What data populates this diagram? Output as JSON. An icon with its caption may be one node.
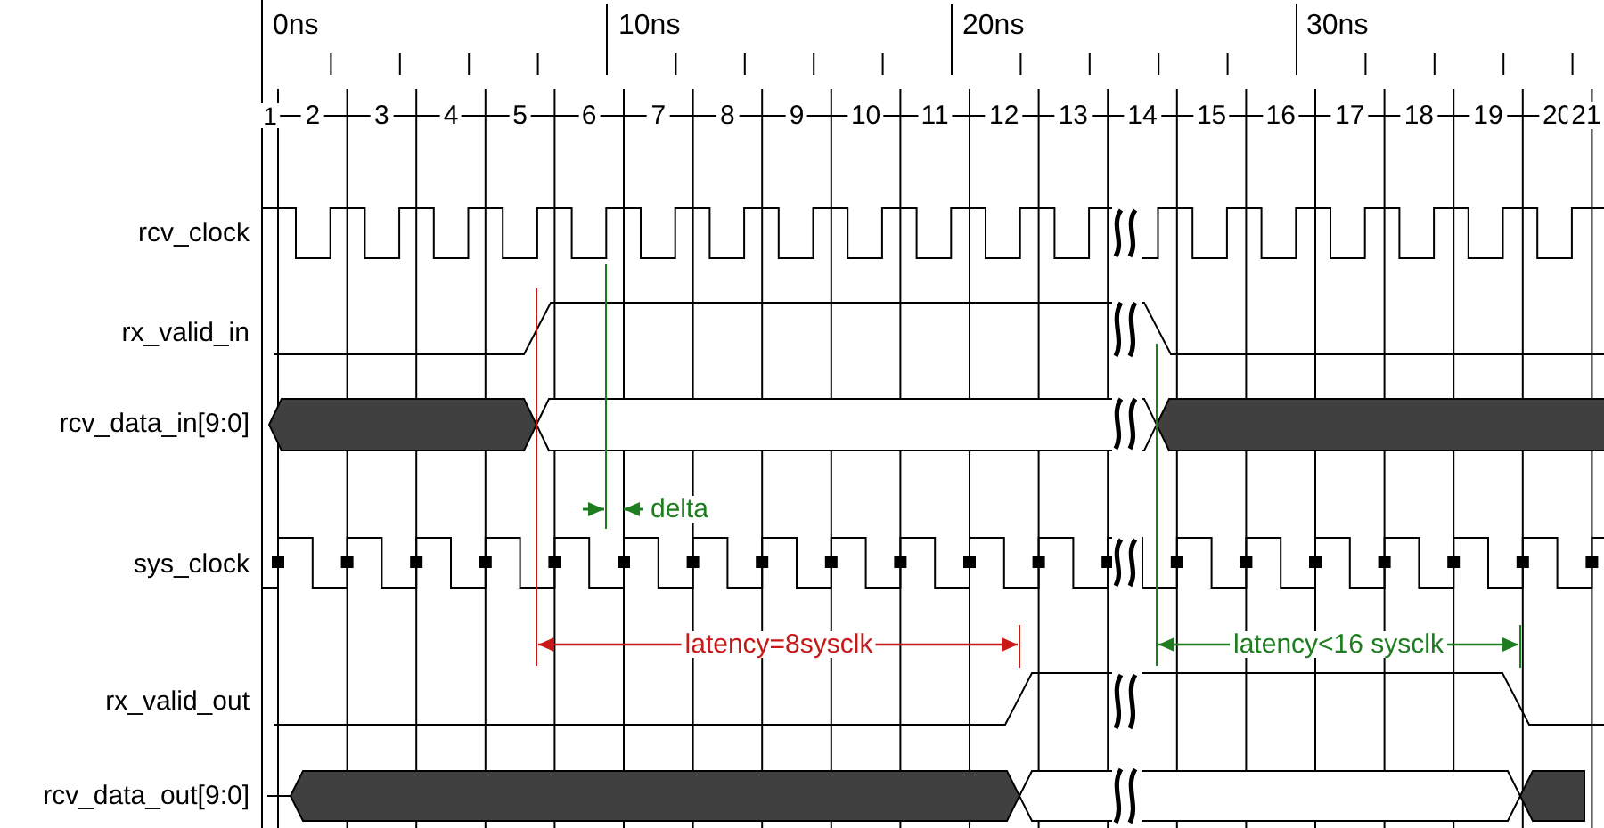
{
  "diagram": {
    "labels": [
      "0ns",
      "10ns",
      "20ns",
      "30ns",
      "1",
      "2",
      "3",
      "4",
      "5",
      "6",
      "7",
      "8",
      "9",
      "10",
      "11",
      "12",
      "13",
      "14",
      "15",
      "16",
      "17",
      "18",
      "19",
      "20",
      "21",
      "rcv_clock",
      "rx_valid_in",
      "rcv_data_in[9:0]",
      "sys_clock",
      "rx_valid_out",
      "rcv_data_out[9:0]",
      "delta",
      "latency=8sysclk",
      "latency<16 sysclk"
    ]
  }
}
